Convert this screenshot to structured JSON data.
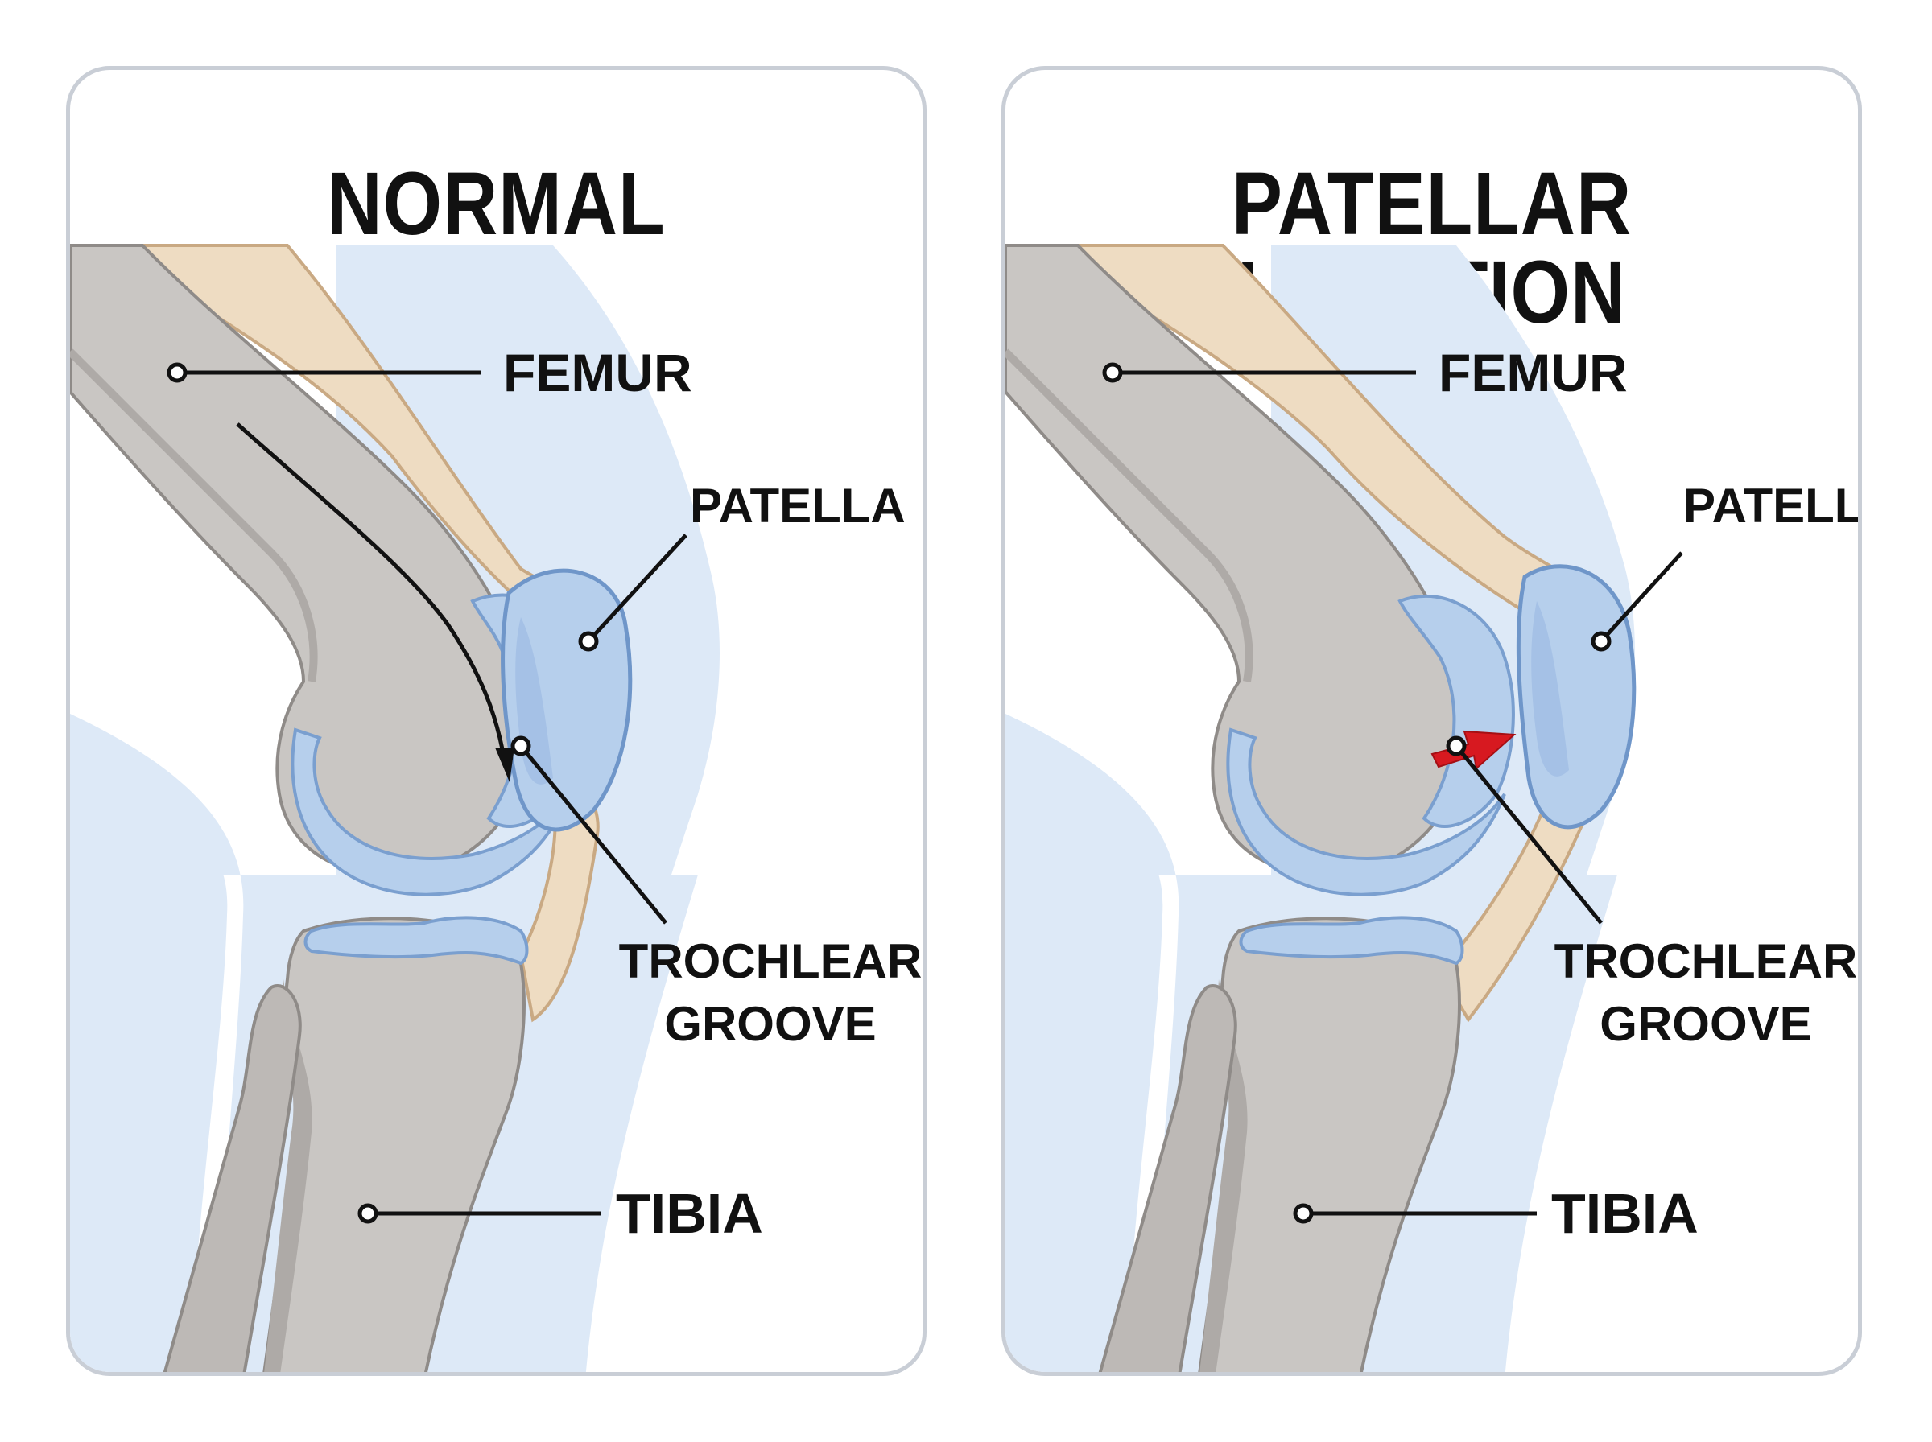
{
  "panels": [
    {
      "title": "NORMAL",
      "labels": {
        "femur": "FEMUR",
        "patella": "PATELLA",
        "trochlear_line1": "TROCHLEAR",
        "trochlear_line2": "GROOVE",
        "tibia": "TIBIA"
      }
    },
    {
      "title": "PATELLAR LUXATION",
      "labels": {
        "femur": "FEMUR",
        "patella": "PATELLA",
        "trochlear_line1": "TROCHLEAR",
        "trochlear_line2": "GROOVE",
        "tibia": "TIBIA"
      }
    }
  ],
  "colors": {
    "bone": "#c9c6c3",
    "bone_shadow": "#aeaaa7",
    "cartilage": "#b6cfec",
    "soft_tissue": "#dde9f7",
    "tendon": "#eedcc2",
    "luxation_arrow": "#d71920",
    "panel_border": "#c9ced6"
  },
  "icons": [
    "curved-arrow-icon",
    "red-arrow-icon",
    "leader-dot-icon"
  ]
}
